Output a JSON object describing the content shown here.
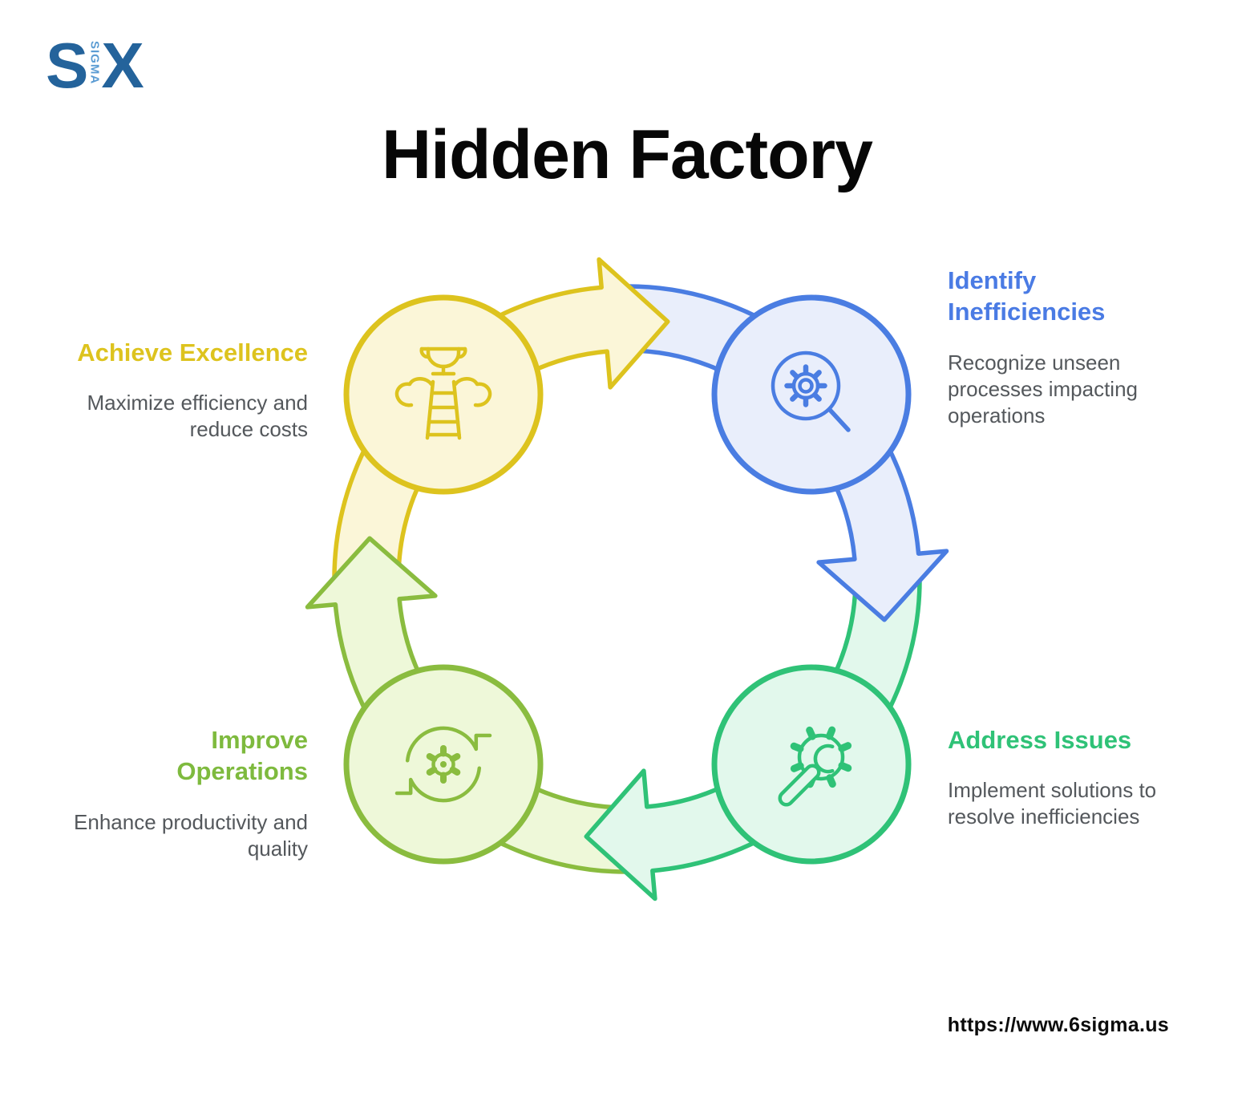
{
  "logo": {
    "s": "S",
    "sigma_vertical": "SIGMA",
    "x": "X"
  },
  "title": "Hidden Factory",
  "cycle_steps": [
    {
      "name": "Achieve Excellence",
      "description": "Maximize efficiency and reduce costs",
      "accent_color": "#ddc31e",
      "fill_color": "#fbf6d8",
      "icon": "trophy-ladder-icon",
      "position": "top-left"
    },
    {
      "name": "Identify Inefficiencies",
      "description": "Recognize unseen processes impacting operations",
      "accent_color": "#4a7de2",
      "fill_color": "#e9eefb",
      "icon": "magnifier-gear-icon",
      "position": "top-right"
    },
    {
      "name": "Address Issues",
      "description": "Implement solutions to resolve inefficiencies",
      "accent_color": "#2fc277",
      "fill_color": "#e2f8ec",
      "icon": "wrench-gear-icon",
      "position": "bottom-right"
    },
    {
      "name": "Improve Operations",
      "description": "Enhance productivity and quality",
      "accent_color": "#8abc3f",
      "fill_color": "#eef8d9",
      "icon": "refresh-gear-icon",
      "position": "bottom-left"
    }
  ],
  "footer": {
    "url": "https://www.6sigma.us"
  }
}
